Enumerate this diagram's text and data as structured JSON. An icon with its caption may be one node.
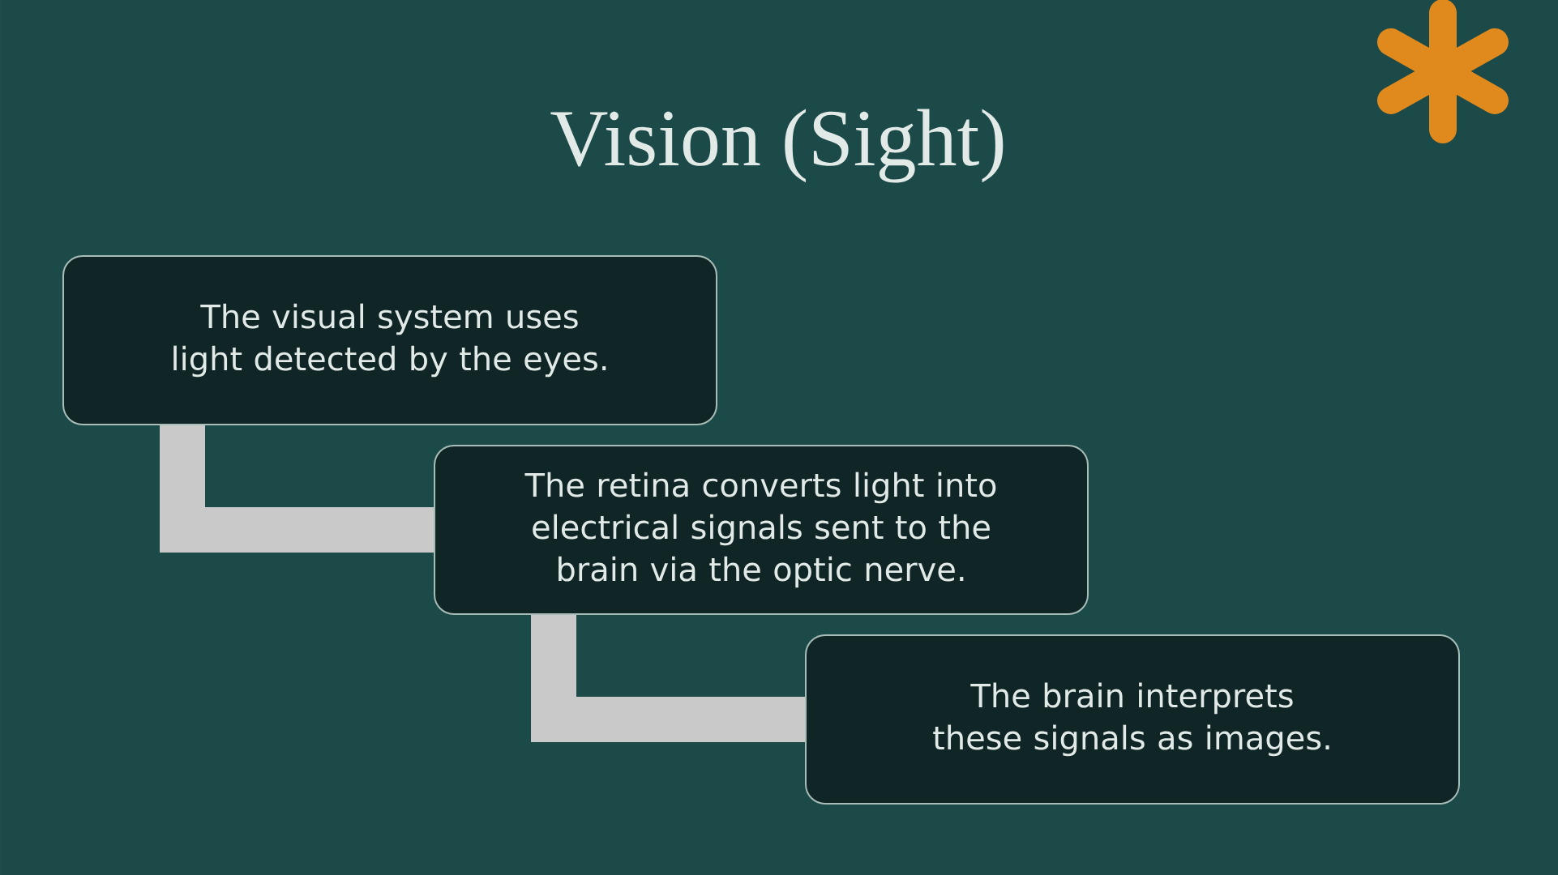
{
  "diagram": {
    "title": "Vision (Sight)",
    "nodes": [
      {
        "text": [
          "The visual system uses light detected by the eyes."
        ]
      },
      {
        "text": [
          "The retina converts light into electrical signals sent to the brain via the optic nerve."
        ]
      },
      {
        "text": [
          "The brain interprets these signals as images."
        ]
      }
    ],
    "edges": [
      {
        "from": 0,
        "to": 1,
        "arrow": "none"
      },
      {
        "from": 1,
        "to": 2,
        "arrow": "none"
      }
    ]
  }
}
